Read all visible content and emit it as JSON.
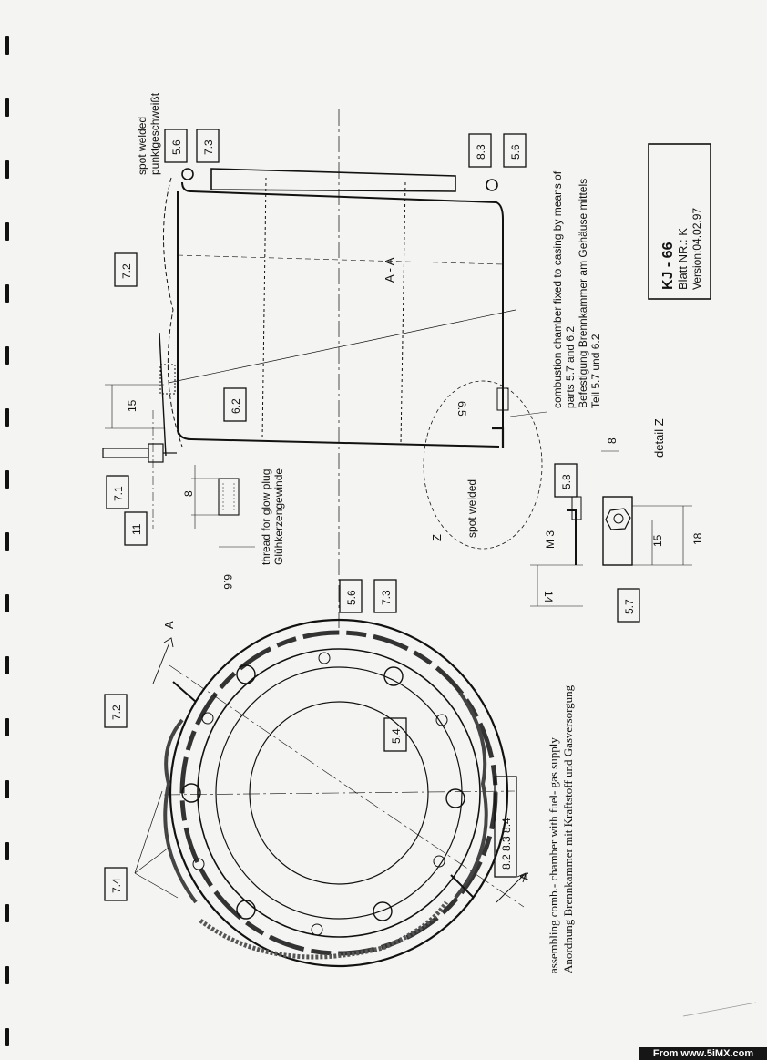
{
  "section_title": "A - A",
  "detail_title": "detail Z",
  "z_marker": "Z",
  "section_arrow": "A",
  "labels": {
    "spot_welded_en": "spot welded",
    "spot_welded_de": "punktgeschweißt",
    "spot_welded_z": "spot welded",
    "thread_en": "thread for glow plug",
    "thread_de": "Glühkerzengewinde",
    "thread_m3": "M 3",
    "combustion_en1": "combustion chamber fixed to casing by means of",
    "combustion_en2": "parts 5.7 and 6.2",
    "combustion_de1": "Befestigung Brennkammer am Gehäuse mittels",
    "combustion_de2": "Teil 5.7 und 6.2",
    "assembly_en": "assembling comb.- chamber with fuel- gas supply",
    "assembly_de": "Anordnung Brennkammer mit Kraftstoff und Gasversorgung"
  },
  "part_tags": {
    "p56_top": "5.6",
    "p73_top": "7.3",
    "p83": "8.3",
    "p56_right": "5.6",
    "p72_top": "7.2",
    "p62": "6.2",
    "p71": "7.1",
    "p11": "11",
    "p58": "5.8",
    "p57": "5.7",
    "p56_ring": "5.6",
    "p73_ring": "7.3",
    "p72_ring": "7.2",
    "p54": "5.4",
    "p74": "7.4",
    "p82_84": "8.2 8.3 8.4"
  },
  "dimensions": {
    "d15": "15",
    "d8": "8",
    "d66": "6.6",
    "d65": "6.5",
    "d8z": "8",
    "d15z": "15",
    "d18": "18",
    "d14": "14"
  },
  "title_block": {
    "model": "KJ - 66",
    "sheet": "Blatt NR.: K",
    "version": "Version:04.02.97"
  },
  "credit": "From www.5iMX.com"
}
